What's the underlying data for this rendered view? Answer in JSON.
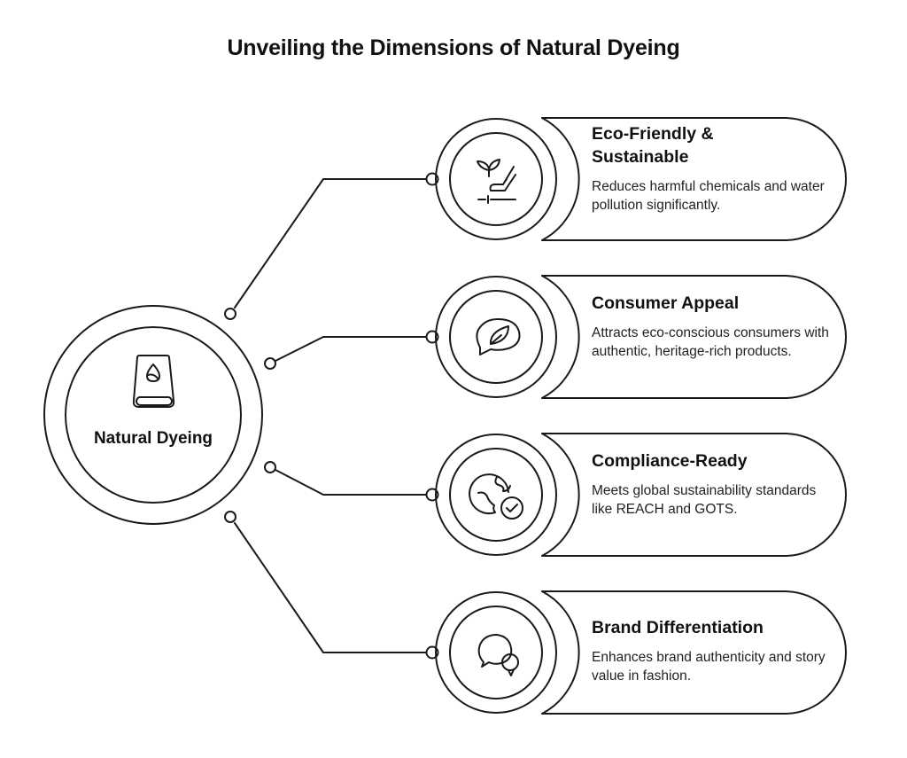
{
  "title": "Unveiling the Dimensions of Natural Dyeing",
  "center": {
    "label": "Natural Dyeing",
    "icon": "dye-fabric-roll-icon"
  },
  "items": [
    {
      "title_lines": [
        "Eco-Friendly &",
        "Sustainable"
      ],
      "description": "Reduces harmful chemicals and water pollution significantly.",
      "icon": "plant-hand-icon"
    },
    {
      "title_lines": [
        "Consumer Appeal"
      ],
      "description": "Attracts eco-conscious consumers with authentic, heritage-rich products.",
      "icon": "leaf-speech-bubble-icon"
    },
    {
      "title_lines": [
        "Compliance-Ready"
      ],
      "description": "Meets global sustainability standards like REACH and GOTS.",
      "icon": "globe-check-icon"
    },
    {
      "title_lines": [
        "Brand Differentiation"
      ],
      "description": "Enhances brand authenticity and story value in fashion.",
      "icon": "chat-bubbles-icon"
    }
  ],
  "colors": {
    "stroke": "#1a1a1a",
    "background": "#ffffff",
    "text": "#111111"
  }
}
